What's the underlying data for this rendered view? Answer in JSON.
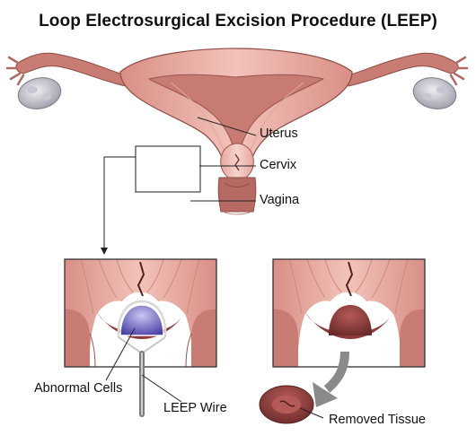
{
  "title": "Loop Electrosurgical Excision Procedure (LEEP)",
  "labels": {
    "uterus": "Uterus",
    "cervix": "Cervix",
    "vagina": "Vagina",
    "abnormal_cells": "Abnormal Cells",
    "leep_wire": "LEEP Wire",
    "removed_tissue": "Removed Tissue"
  },
  "colors": {
    "tissue_pink": "#e8a9a0",
    "tissue_dark": "#b56a63",
    "abnormal_cells": "#7b72c8",
    "removed_tissue": "#8c3b3b",
    "arrow_gray": "#8a8a8a"
  }
}
